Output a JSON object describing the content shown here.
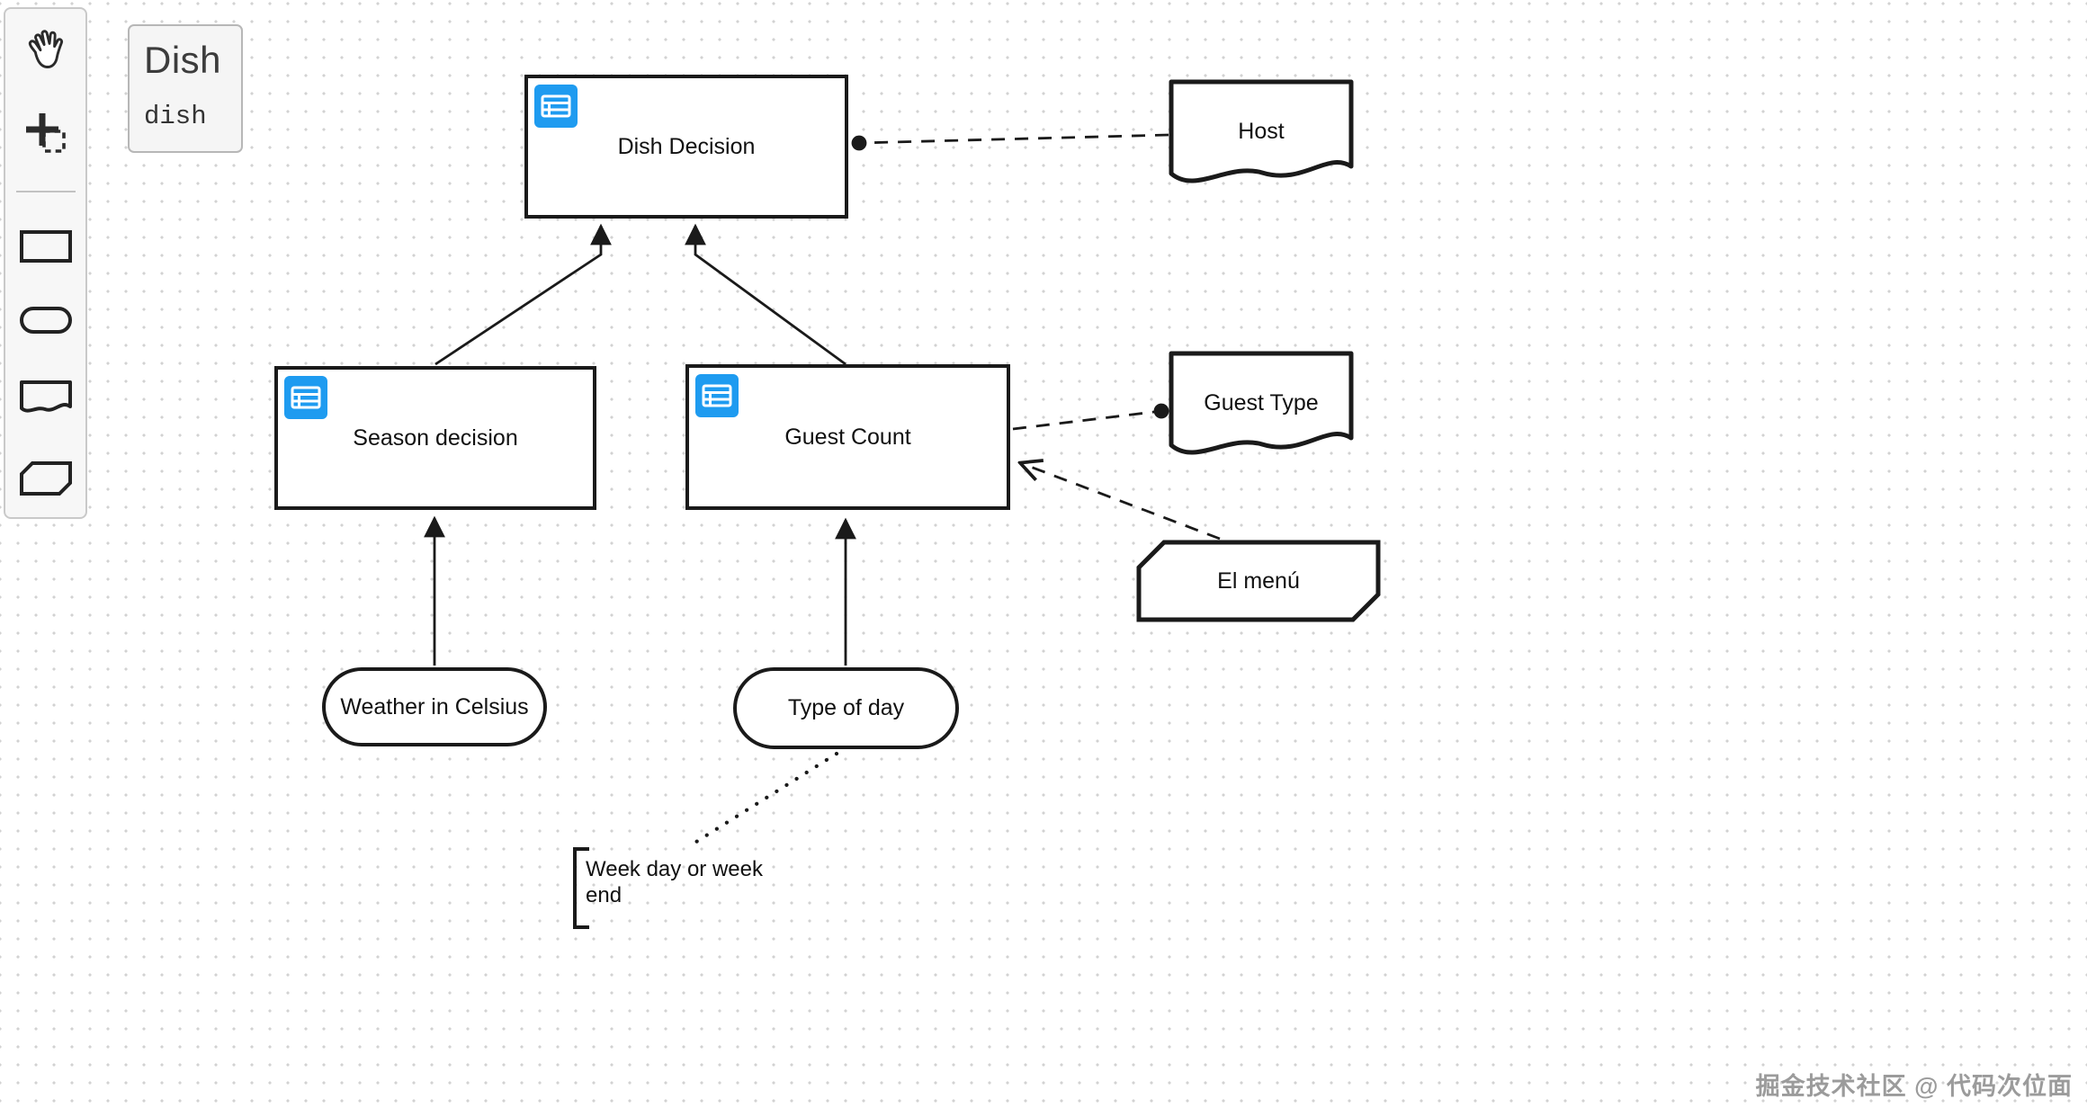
{
  "window": {
    "watermark": "掘金技术社区 @ 代码次位面"
  },
  "overview_card": {
    "title": "Dish",
    "subtitle": "dish"
  },
  "toolbar": {
    "tools": [
      {
        "name": "hand-tool",
        "icon": "hand-icon"
      },
      {
        "name": "select-tool",
        "icon": "crosshair-select-icon"
      },
      {
        "name": "decision-shape-tool",
        "icon": "rectangle-icon"
      },
      {
        "name": "input-data-shape-tool",
        "icon": "stadium-icon"
      },
      {
        "name": "knowledge-source-shape-tool",
        "icon": "document-icon"
      },
      {
        "name": "business-knowledge-shape-tool",
        "icon": "card-icon"
      }
    ]
  },
  "diagram": {
    "colors": {
      "accent_blue": "#1e9bf0",
      "stroke": "#1a1a1a"
    },
    "nodes": [
      {
        "id": "dish-decision",
        "type": "decision",
        "label": "Dish Decision"
      },
      {
        "id": "host",
        "type": "knowledge-source",
        "label": "Host"
      },
      {
        "id": "season-decision",
        "type": "decision",
        "label": "Season decision"
      },
      {
        "id": "guest-count",
        "type": "decision",
        "label": "Guest Count"
      },
      {
        "id": "guest-type",
        "type": "knowledge-source",
        "label": "Guest Type"
      },
      {
        "id": "el-menu",
        "type": "business-knowledge",
        "label": "El menú"
      },
      {
        "id": "weather",
        "type": "input-data",
        "label": "Weather in Celsius"
      },
      {
        "id": "type-of-day",
        "type": "input-data",
        "label": "Type of day"
      },
      {
        "id": "annotation",
        "type": "text-annotation",
        "label": "Week day or week end"
      }
    ],
    "edges": [
      {
        "from": "season-decision",
        "to": "dish-decision",
        "style": "solid-filled-arrow"
      },
      {
        "from": "guest-count",
        "to": "dish-decision",
        "style": "solid-filled-arrow"
      },
      {
        "from": "weather",
        "to": "season-decision",
        "style": "solid-filled-arrow"
      },
      {
        "from": "type-of-day",
        "to": "guest-count",
        "style": "solid-filled-arrow"
      },
      {
        "from": "host",
        "to": "dish-decision",
        "style": "dashed-filled-circle"
      },
      {
        "from": "guest-type",
        "to": "guest-count",
        "style": "dashed-filled-circle"
      },
      {
        "from": "el-menu",
        "to": "guest-count",
        "style": "dashed-open-arrow"
      },
      {
        "from": "type-of-day",
        "to": "annotation",
        "style": "dotted-association"
      }
    ]
  }
}
